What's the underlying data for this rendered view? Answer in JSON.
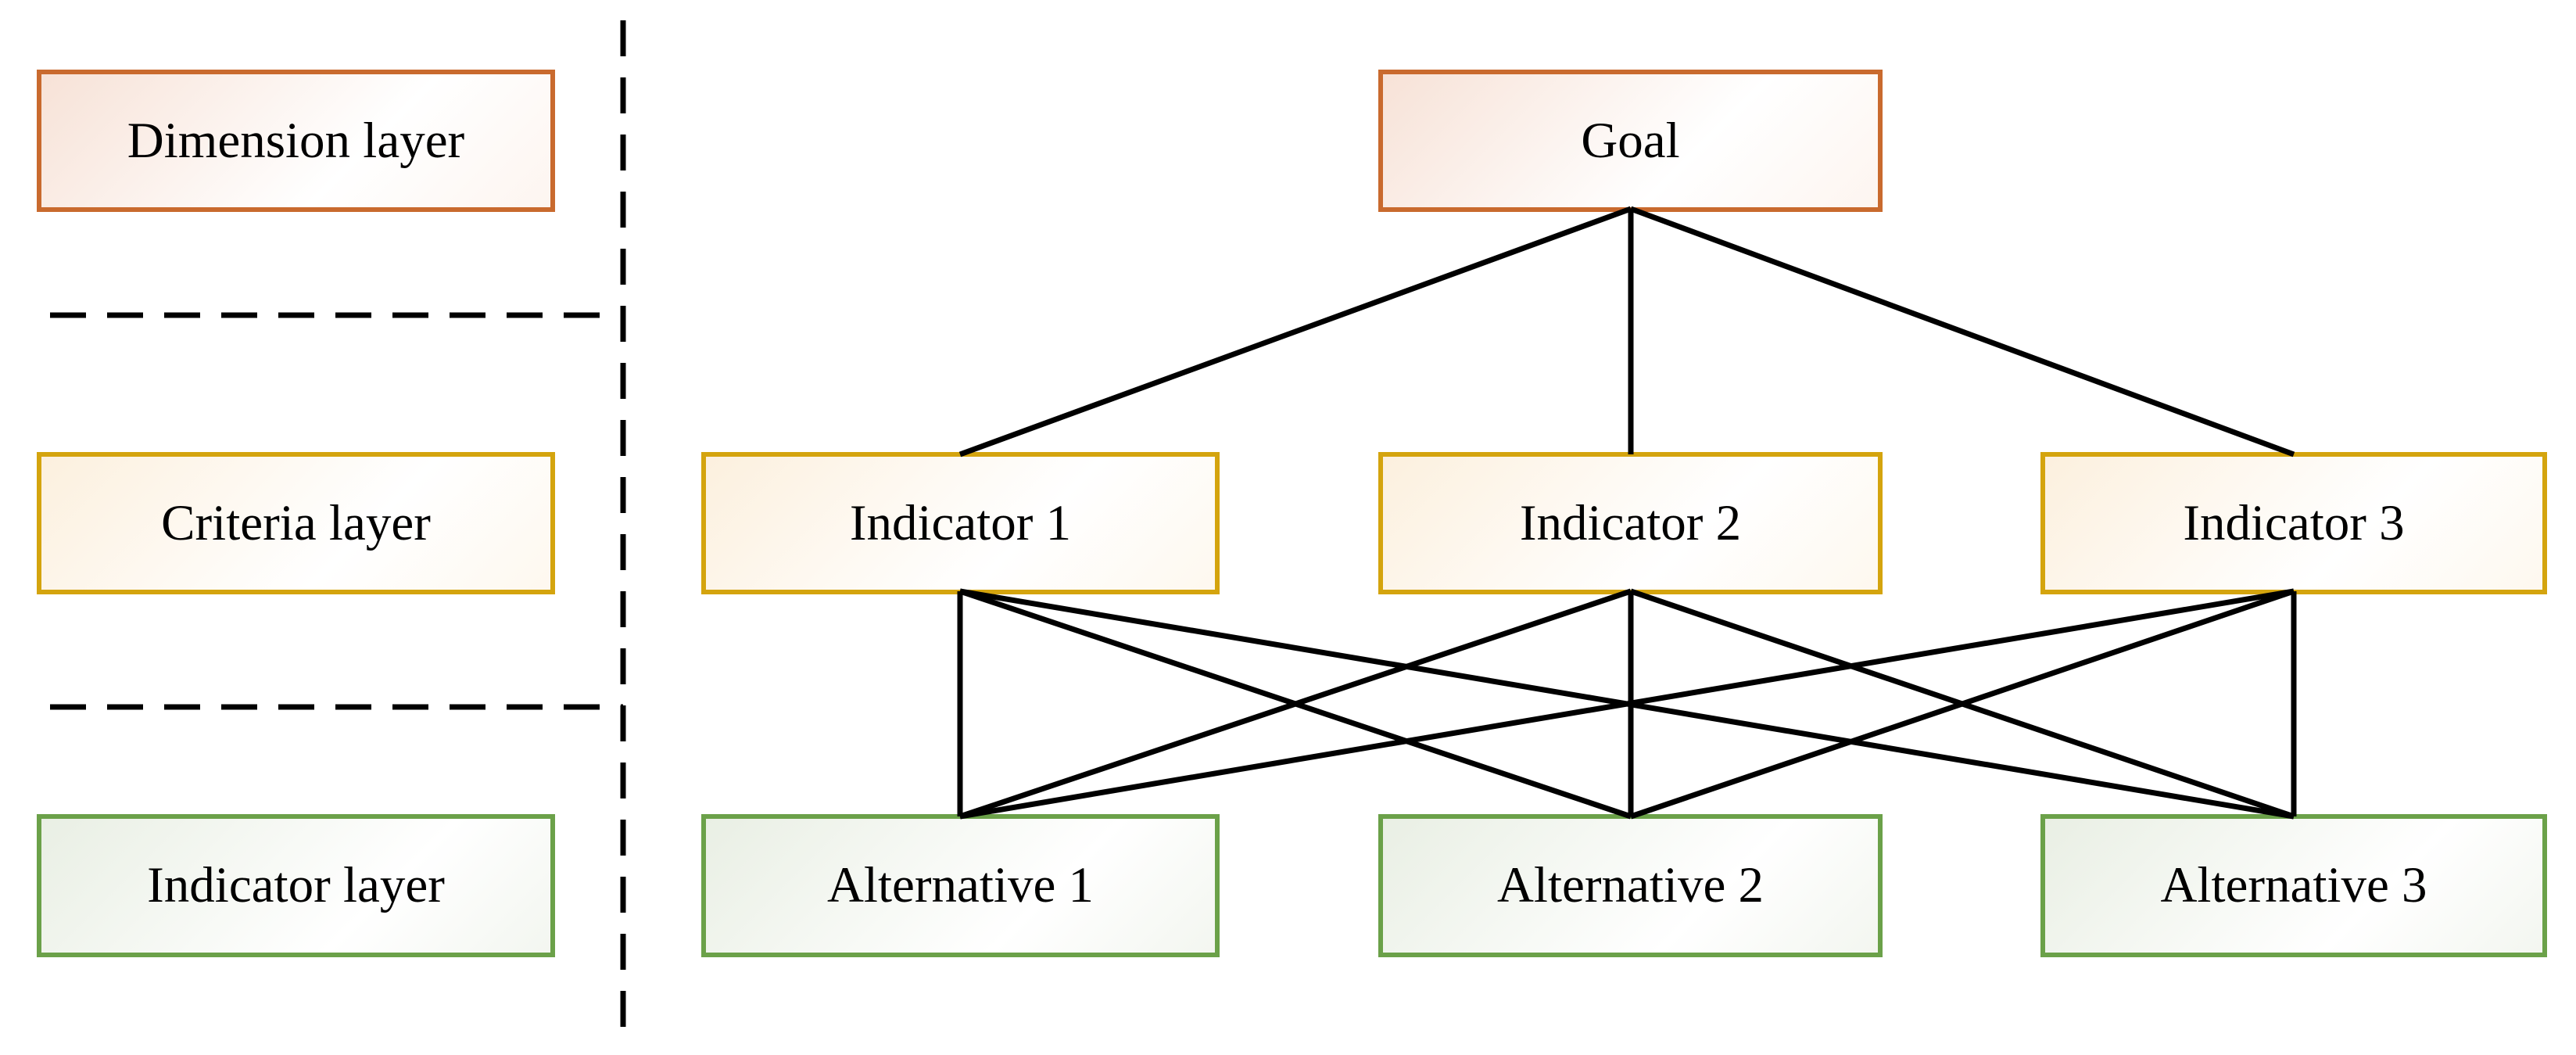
{
  "figure": {
    "background": "#FFFFFF",
    "legend_column": {
      "items": [
        {
          "id": "dimension",
          "label": "Dimension layer",
          "border_color": "#C96A2E",
          "fill_tint": "#F7E2D7"
        },
        {
          "id": "criteria",
          "label": "Criteria layer",
          "border_color": "#D4A40E",
          "fill_tint": "#FCF0DE"
        },
        {
          "id": "indicator",
          "label": "Indicator layer",
          "border_color": "#6BA149",
          "fill_tint": "#E9EFE4"
        }
      ]
    },
    "hierarchy": {
      "goal": {
        "label": "Goal",
        "border_color": "#C96A2E"
      },
      "criteria": [
        {
          "label": "Indicator 1",
          "border_color": "#D4A40E"
        },
        {
          "label": "Indicator 2",
          "border_color": "#D4A40E"
        },
        {
          "label": "Indicator 3",
          "border_color": "#D4A40E"
        }
      ],
      "alternatives": [
        {
          "label": "Alternative 1",
          "border_color": "#6BA149"
        },
        {
          "label": "Alternative 2",
          "border_color": "#6BA149"
        },
        {
          "label": "Alternative 3",
          "border_color": "#6BA149"
        }
      ],
      "edges": [
        {
          "from": "Goal",
          "to": "Indicator 1"
        },
        {
          "from": "Goal",
          "to": "Indicator 2"
        },
        {
          "from": "Goal",
          "to": "Indicator 3"
        },
        {
          "from": "Indicator 1",
          "to": "Alternative 1"
        },
        {
          "from": "Indicator 1",
          "to": "Alternative 2"
        },
        {
          "from": "Indicator 1",
          "to": "Alternative 3"
        },
        {
          "from": "Indicator 2",
          "to": "Alternative 1"
        },
        {
          "from": "Indicator 2",
          "to": "Alternative 2"
        },
        {
          "from": "Indicator 2",
          "to": "Alternative 3"
        },
        {
          "from": "Indicator 3",
          "to": "Alternative 1"
        },
        {
          "from": "Indicator 3",
          "to": "Alternative 2"
        },
        {
          "from": "Indicator 3",
          "to": "Alternative 3"
        }
      ]
    },
    "separators": {
      "vertical_dashed": 1,
      "horizontal_dashed": 2,
      "line_color": "#000000"
    },
    "colors": {
      "connector_line": "#000000",
      "text": "#000000"
    }
  }
}
